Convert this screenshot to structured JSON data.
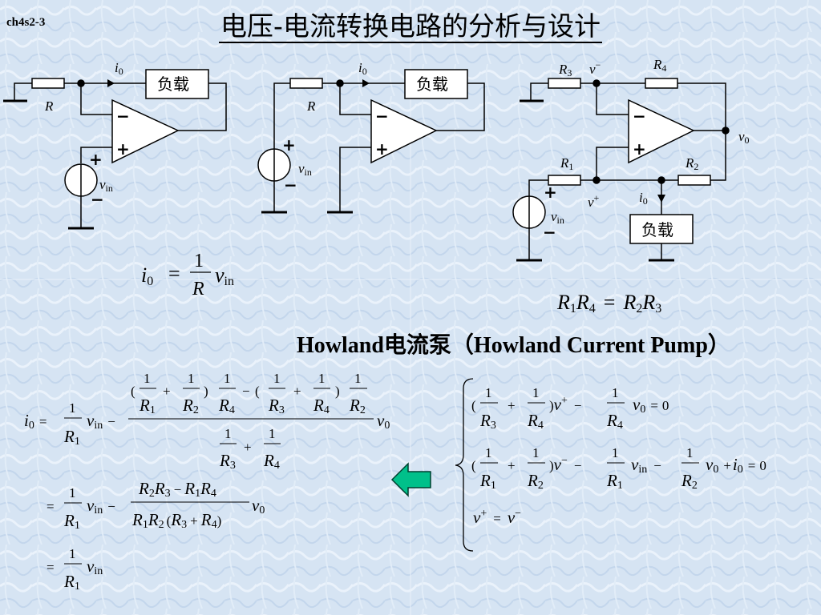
{
  "slide_id": "ch4s2-3",
  "title": "电压-电流转换电路的分析与设计",
  "subtitle": "Howland电流泵（Howland Current Pump）",
  "load_label": "负载",
  "labels": {
    "R": "R",
    "R1": "R",
    "R2": "R",
    "R3": "R",
    "R4": "R",
    "sub1": "1",
    "sub2": "2",
    "sub3": "3",
    "sub4": "4",
    "i": "i",
    "v": "v",
    "sub0": "0",
    "subin": "in",
    "plus": "+",
    "minus": "−",
    "sup_plus": "+",
    "sup_minus": "−",
    "eq_sign": "=",
    "frac_one": "1",
    "frac_R": "R",
    "zero": "0",
    "lparen": "(",
    "rparen": ")"
  },
  "colors": {
    "background": "#d6e4f3",
    "arrow": "#00c08a",
    "arrow_stroke": "#004030"
  }
}
